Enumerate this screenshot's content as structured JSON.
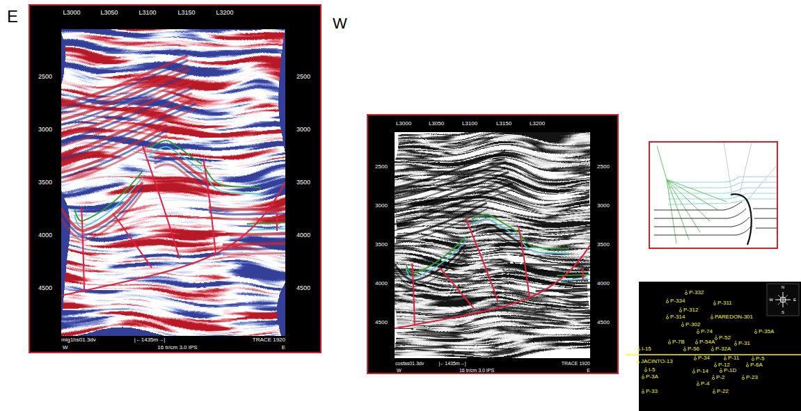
{
  "diagram": {
    "labels": [
      "E",
      "W",
      "L3000",
      "L3050",
      "L3100",
      "L3150",
      "L3200",
      "2500",
      "3000",
      "3500",
      "4000",
      "4500",
      "2500",
      "3000",
      "3500",
      "4000",
      "4500",
      "mig1hs01.3dv",
      "|←1435m→|",
      "TRACE 1920",
      "W",
      "16 tr/cm 3.0 IPS",
      "E",
      "L3000",
      "L3050",
      "L3100",
      "L3150",
      "L3200",
      "2500",
      "3000",
      "3500",
      "4000",
      "4500",
      "2500",
      "3000",
      "3500",
      "4000",
      "4500",
      "cosfas01.3dv",
      "|←1435m→|",
      "TRACE 1920",
      "W",
      "16 tr/cm 3.0 IPS",
      "E",
      "N",
      "S",
      "W",
      "E",
      "P-332",
      "P-334",
      "P-311",
      "P-312",
      "P-314",
      "PAREDON-301",
      "P-302",
      "P-74",
      "P-35A",
      "P-7B",
      "P-54A",
      "P-52",
      "P-31",
      "P-56",
      "P-32A",
      "I-15",
      "P-34",
      "P-11",
      "P-5",
      "P-6A",
      "P-12",
      "JACINTO-13",
      "I-5",
      "P-14",
      "P-1D",
      "P-3A",
      "P-2",
      "P-23",
      "P-4",
      "P-33",
      "P-22"
    ]
  }
}
